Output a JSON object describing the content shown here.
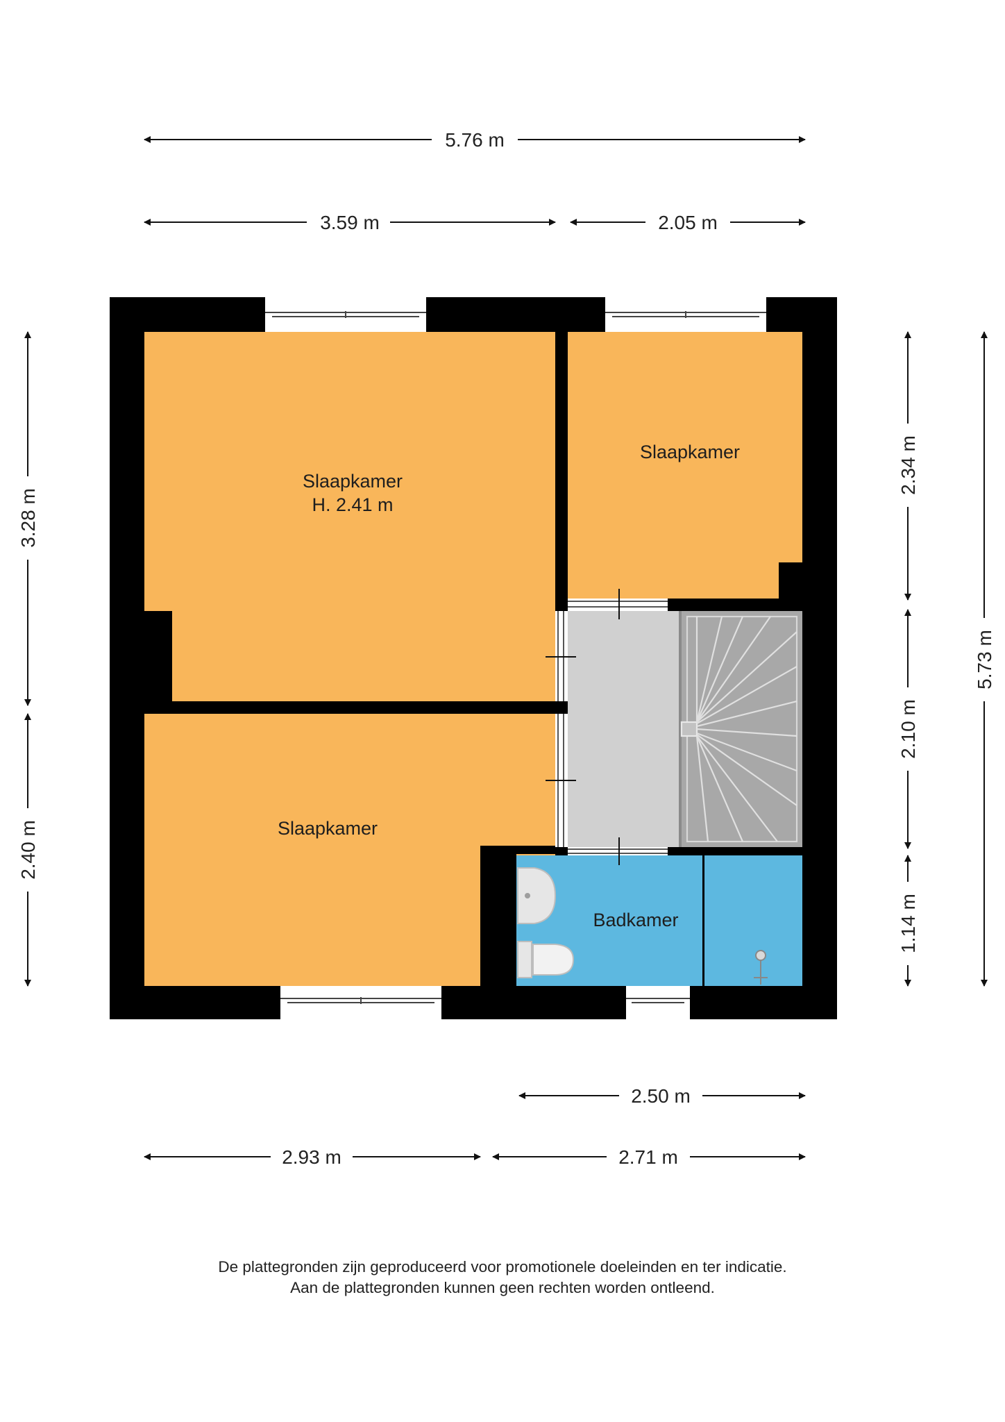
{
  "dimensions": {
    "top_total": "5.76 m",
    "top_left": "3.59 m",
    "top_right": "2.05 m",
    "left_upper": "3.28 m",
    "left_lower": "2.40 m",
    "right_upper": "2.34 m",
    "right_middle": "2.10 m",
    "right_lower": "1.14 m",
    "right_total": "5.73 m",
    "bottom_bath": "2.50 m",
    "bottom_left": "2.93 m",
    "bottom_right": "2.71 m"
  },
  "rooms": {
    "bedroom_main": {
      "name": "Slaapkamer",
      "height": "H. 2.41 m"
    },
    "bedroom_small": {
      "name": "Slaapkamer"
    },
    "bedroom_lower": {
      "name": "Slaapkamer"
    },
    "bathroom": {
      "name": "Badkamer"
    }
  },
  "colors": {
    "bedroom": "#f9b65a",
    "bathroom": "#5db8e0",
    "hall": "#d0d0d0",
    "stairs": "#a8a8a8",
    "wall": "#000000"
  },
  "disclaimer": {
    "line1": "De plattegronden zijn geproduceerd voor promotionele doeleinden en ter indicatie.",
    "line2": "Aan de plattegronden kunnen geen rechten worden ontleend."
  }
}
